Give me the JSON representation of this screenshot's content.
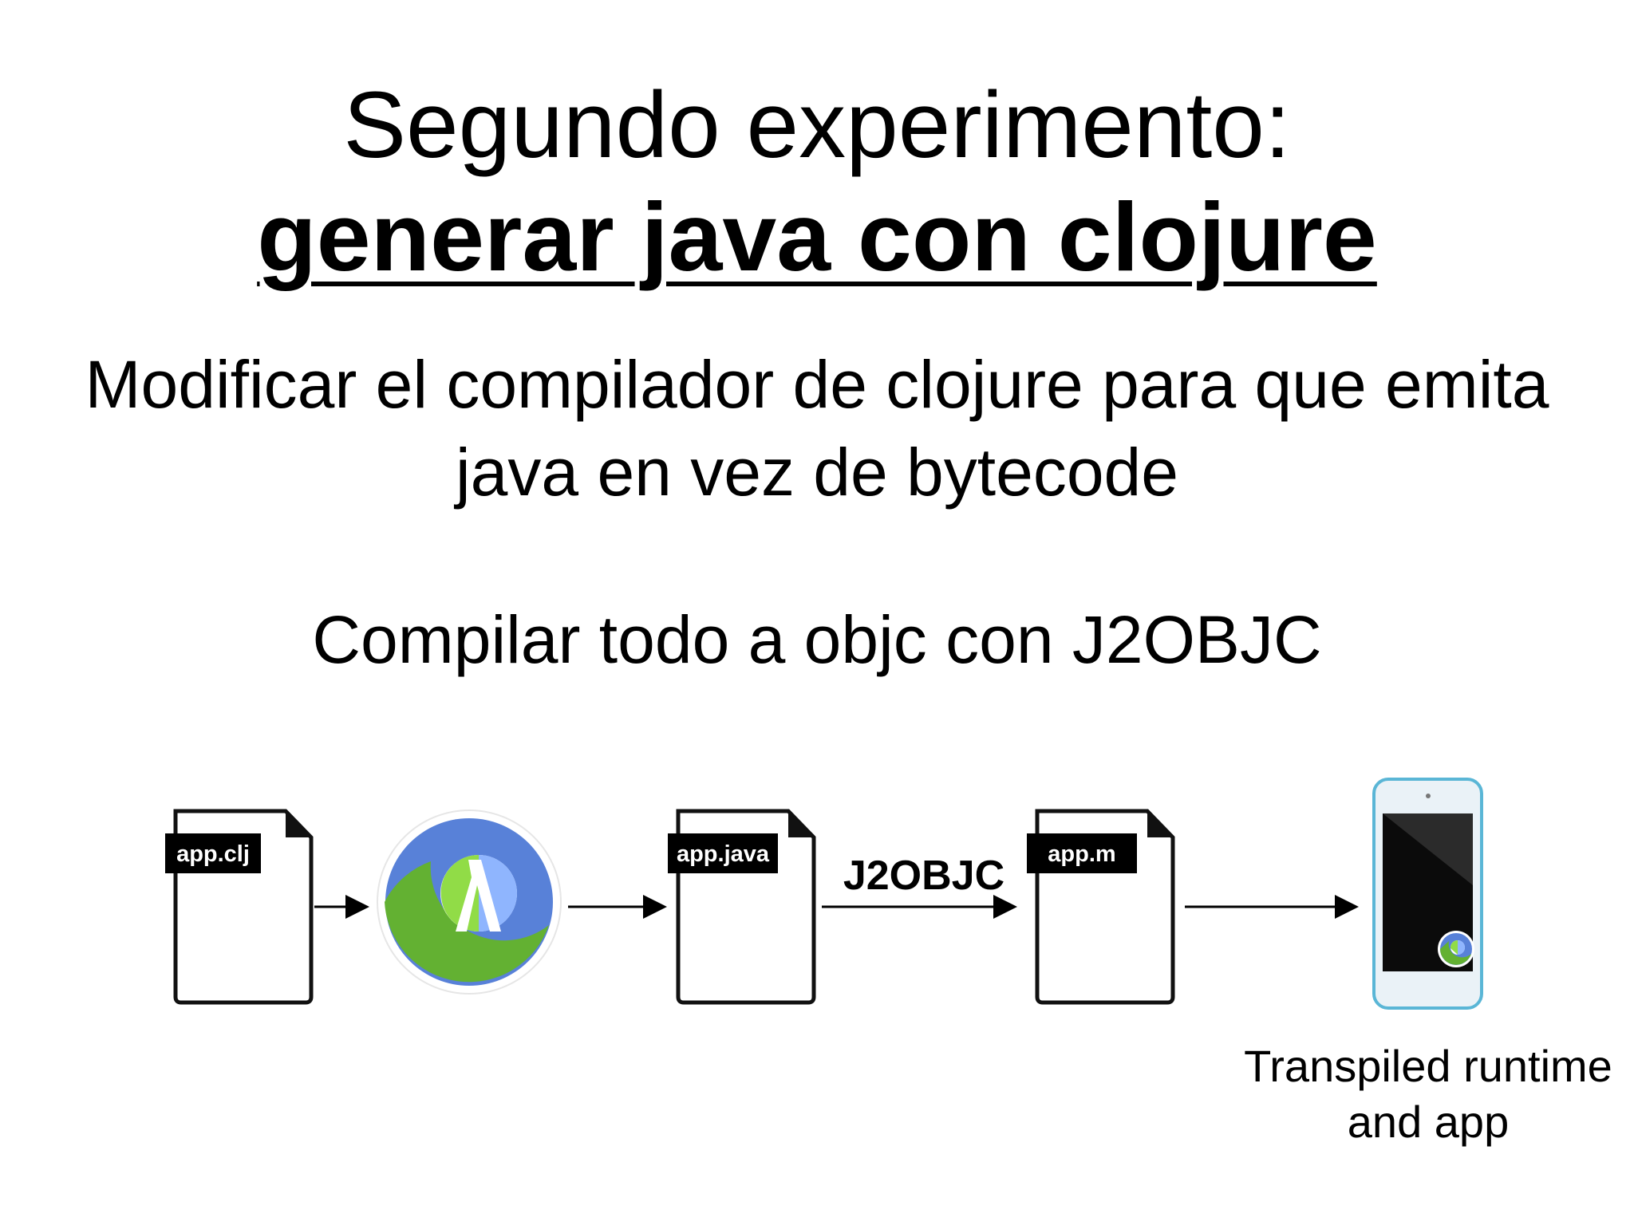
{
  "title": {
    "line1": "Segundo experimento:",
    "line2": "generar java con clojure"
  },
  "body": {
    "line1": "Modificar el compilador de clojure para que emita",
    "line2": "java en vez de bytecode",
    "line3": "Compilar todo a objc con J2OBJC"
  },
  "diagram": {
    "files": [
      "app.clj",
      "app.java",
      "app.m"
    ],
    "arrow_label": "J2OBJC",
    "icons": [
      "clojure-logo",
      "ipod-device"
    ],
    "caption": [
      "Transpiled runtime",
      "and app"
    ],
    "colors": {
      "clojure_green": "#63b132",
      "clojure_light_green": "#91dc47",
      "clojure_blue": "#5881d8",
      "clojure_light_blue": "#8fb5fe",
      "label_bg": "#000000",
      "device_frame": "#5ab6d6"
    }
  }
}
